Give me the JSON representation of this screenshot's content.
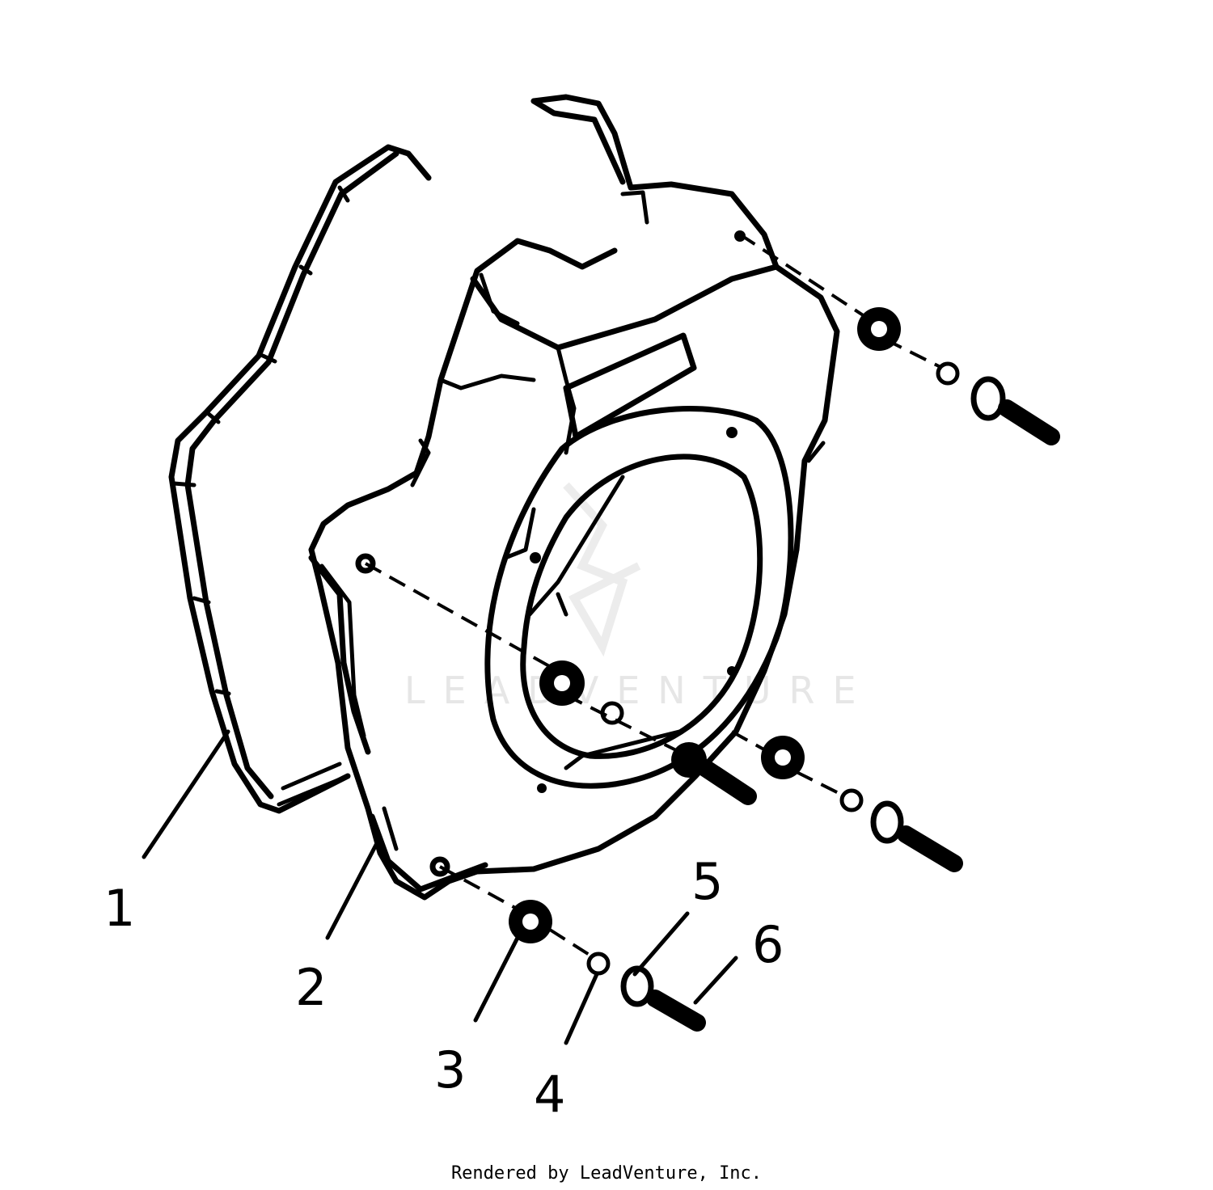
{
  "callouts": [
    {
      "label": "1"
    },
    {
      "label": "2"
    },
    {
      "label": "3"
    },
    {
      "label": "4"
    },
    {
      "label": "5"
    },
    {
      "label": "6"
    }
  ],
  "watermark": "LEADVENTURE",
  "credit": "Rendered by LeadVenture, Inc."
}
